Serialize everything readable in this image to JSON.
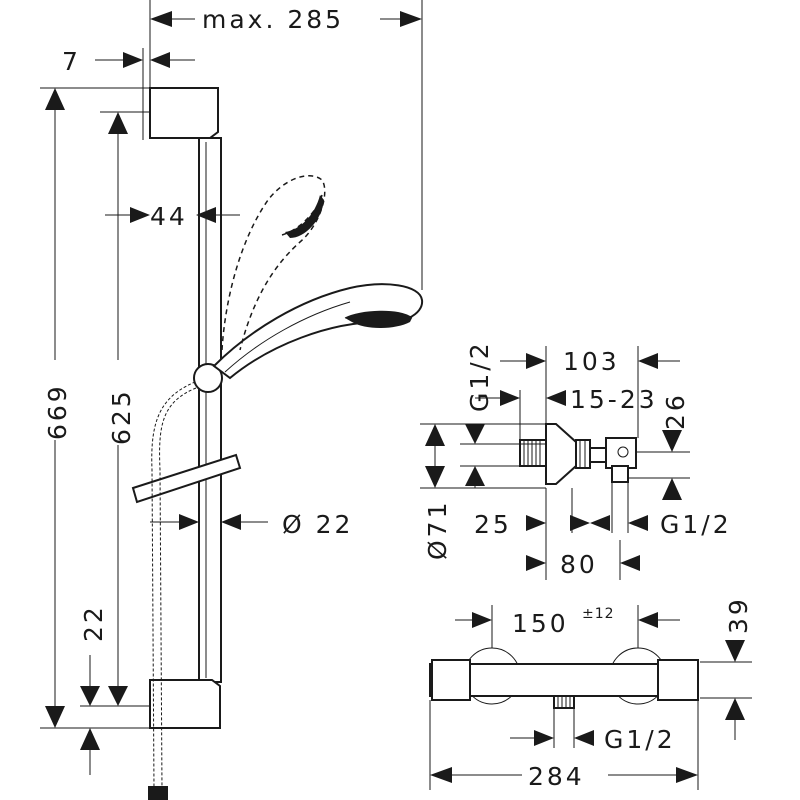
{
  "dimensions": {
    "max_285": "max. 285",
    "d7": "7",
    "d44": "44",
    "h669": "669",
    "h625": "625",
    "dia22": "Ø 22",
    "d22": "22",
    "g12_vertical": "G1/2",
    "d103": "103",
    "d15_23": "15-23",
    "d26": "26",
    "dia71": "Ø71",
    "d25": "25",
    "g12_right": "G1/2",
    "d80": "80",
    "d150": "150",
    "tol12": "±12",
    "d39": "39",
    "g12_bottom": "G1/2",
    "d284": "284"
  }
}
